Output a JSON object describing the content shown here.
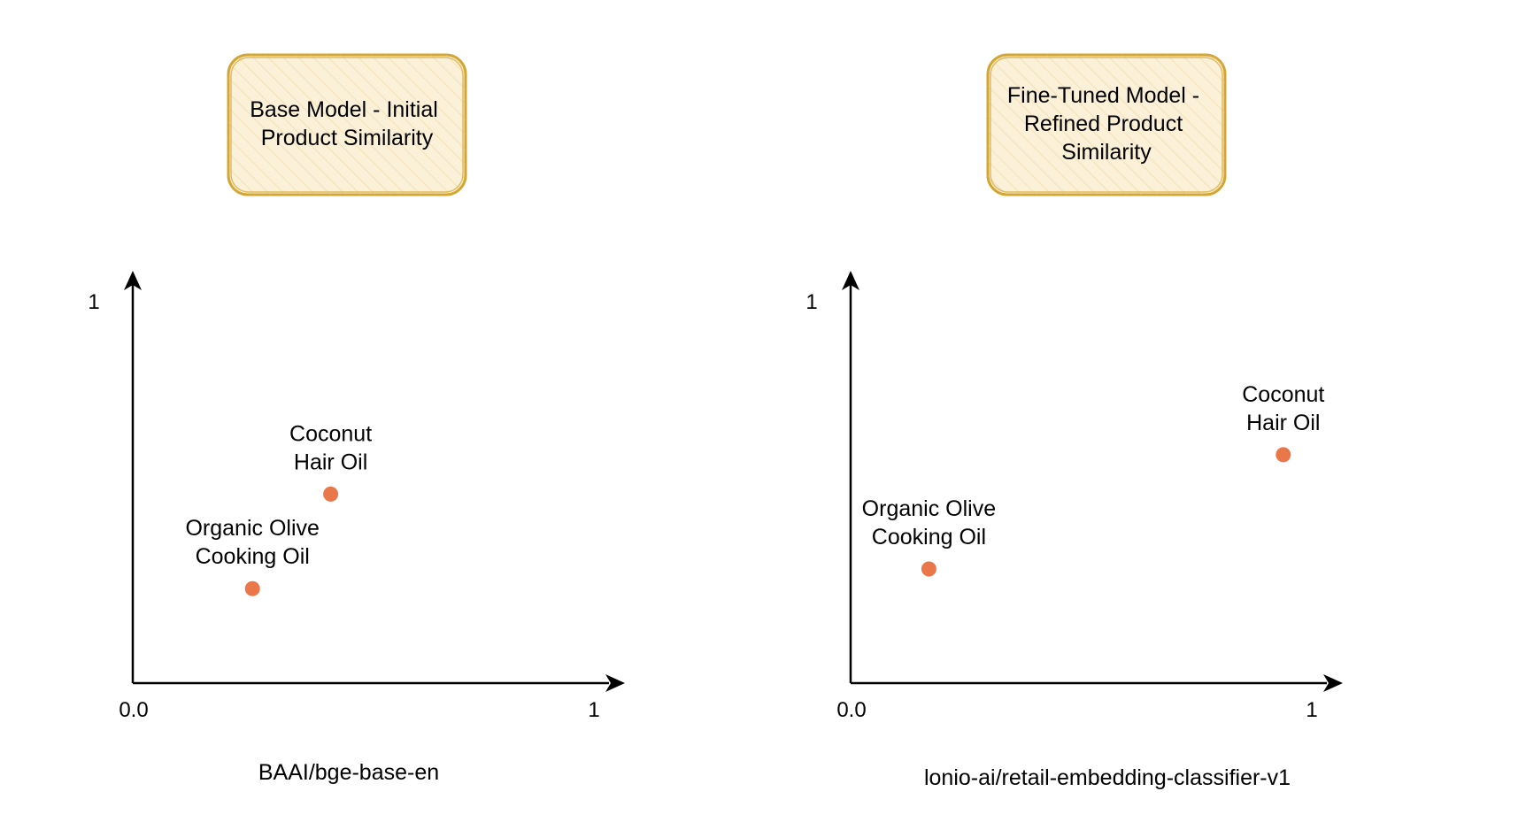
{
  "colors": {
    "point": "#e9774a",
    "title_box_stroke": "#d4a531",
    "title_box_fill": "#fbf1d9",
    "axis": "#000000"
  },
  "chart_data": [
    {
      "type": "scatter",
      "title": "Base Model - Initial Product Similarity",
      "title_lines": [
        "Base Model - Initial",
        "Product Similarity"
      ],
      "xlabel": "BAAI/bge-base-en",
      "ylabel": "",
      "xlim": [
        0,
        1
      ],
      "ylim": [
        0,
        1
      ],
      "x_tick_labels": [
        "0.0",
        "1"
      ],
      "y_tick_labels": [
        "1"
      ],
      "grid": false,
      "points": [
        {
          "label": "Coconut Hair Oil",
          "label_lines": [
            "Coconut",
            "Hair Oil"
          ],
          "x": 0.43,
          "y": 0.48
        },
        {
          "label": "Organic Olive Cooking Oil",
          "label_lines": [
            "Organic Olive",
            "Cooking Oil"
          ],
          "x": 0.26,
          "y": 0.24
        }
      ]
    },
    {
      "type": "scatter",
      "title": "Fine-Tuned Model - Refined Product Similarity",
      "title_lines": [
        "Fine-Tuned Model -",
        "Refined Product",
        "Similarity"
      ],
      "xlabel": "lonio-ai/retail-embedding-classifier-v1",
      "ylabel": "",
      "xlim": [
        0,
        1
      ],
      "ylim": [
        0,
        1
      ],
      "x_tick_labels": [
        "0.0",
        "1"
      ],
      "y_tick_labels": [
        "1"
      ],
      "grid": false,
      "points": [
        {
          "label": "Coconut Hair Oil",
          "label_lines": [
            "Coconut",
            "Hair Oil"
          ],
          "x": 0.94,
          "y": 0.58
        },
        {
          "label": "Organic Olive Cooking Oil",
          "label_lines": [
            "Organic Olive",
            "Cooking Oil"
          ],
          "x": 0.17,
          "y": 0.29
        }
      ]
    }
  ]
}
